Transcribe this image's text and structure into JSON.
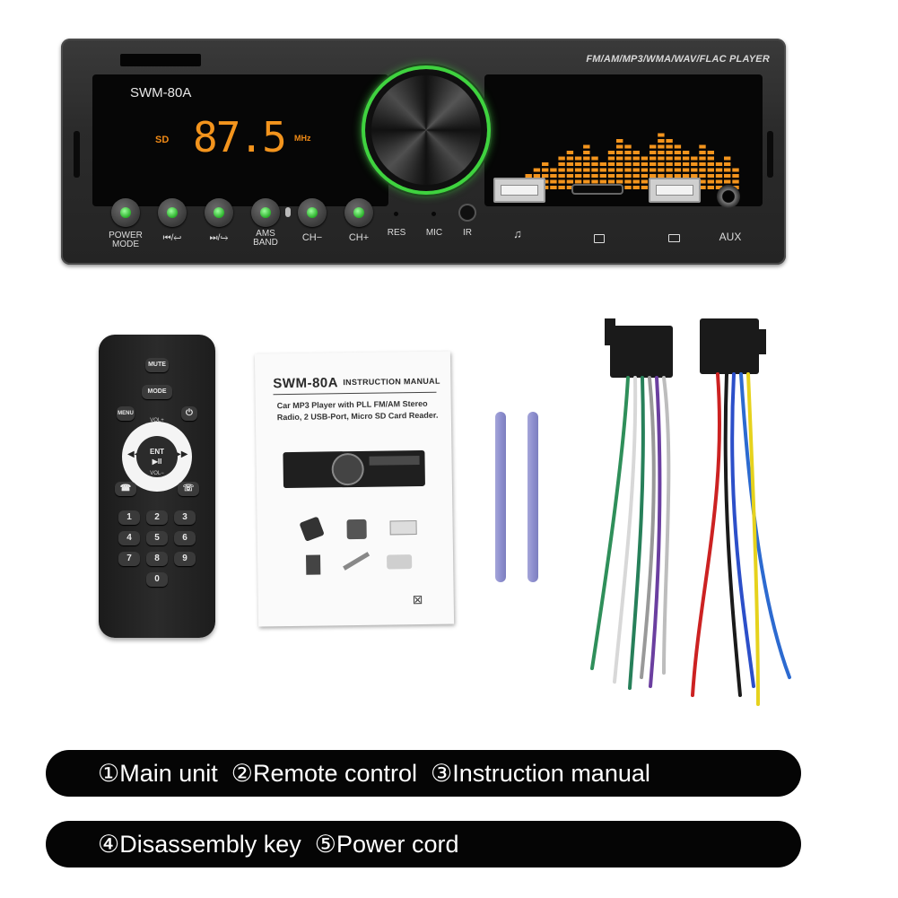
{
  "unit": {
    "tagline": "FM/AM/MP3/WMA/WAV/FLAC PLAYER",
    "display": {
      "model": "SWM-80A",
      "source": "SD",
      "frequency": "87.5",
      "unit": "MHz"
    },
    "buttons": [
      {
        "label": "POWER\nMODE"
      },
      {
        "label": "⏮/↩"
      },
      {
        "label": "⏭/↪"
      },
      {
        "label": "AMS\nBAND"
      },
      {
        "label": "CH−"
      },
      {
        "label": "CH+"
      }
    ],
    "res_label": "RES",
    "mic_label": "MIC",
    "ir_label": "IR",
    "aux_label": "AUX",
    "accent_color": "#f3941d",
    "ring_color": "#3fd33f",
    "equalizer_levels": [
      3,
      4,
      5,
      4,
      6,
      7,
      6,
      8,
      6,
      5,
      7,
      9,
      8,
      7,
      6,
      8,
      10,
      9,
      8,
      7,
      6,
      8,
      7,
      5,
      6,
      4
    ]
  },
  "remote": {
    "mute": "MUTE",
    "mode": "MODE",
    "menu": "MENU",
    "vol_up": "VOL+",
    "vol_down": "VOL−",
    "ent": "ENT",
    "play": "▶II",
    "keys": [
      "1",
      "2",
      "3",
      "4",
      "5",
      "6",
      "7",
      "8",
      "9",
      "0"
    ]
  },
  "manual": {
    "model": "SWM-80A",
    "title": "INSTRUCTION MANUAL",
    "description": "Car MP3 Player with PLL FM/AM Stereo Radio, 2 USB-Port, Micro SD Card Reader."
  },
  "captions": [
    "①Main unit  ②Remote control  ③Instruction manual",
    "④Disassembly key  ⑤Power cord"
  ]
}
